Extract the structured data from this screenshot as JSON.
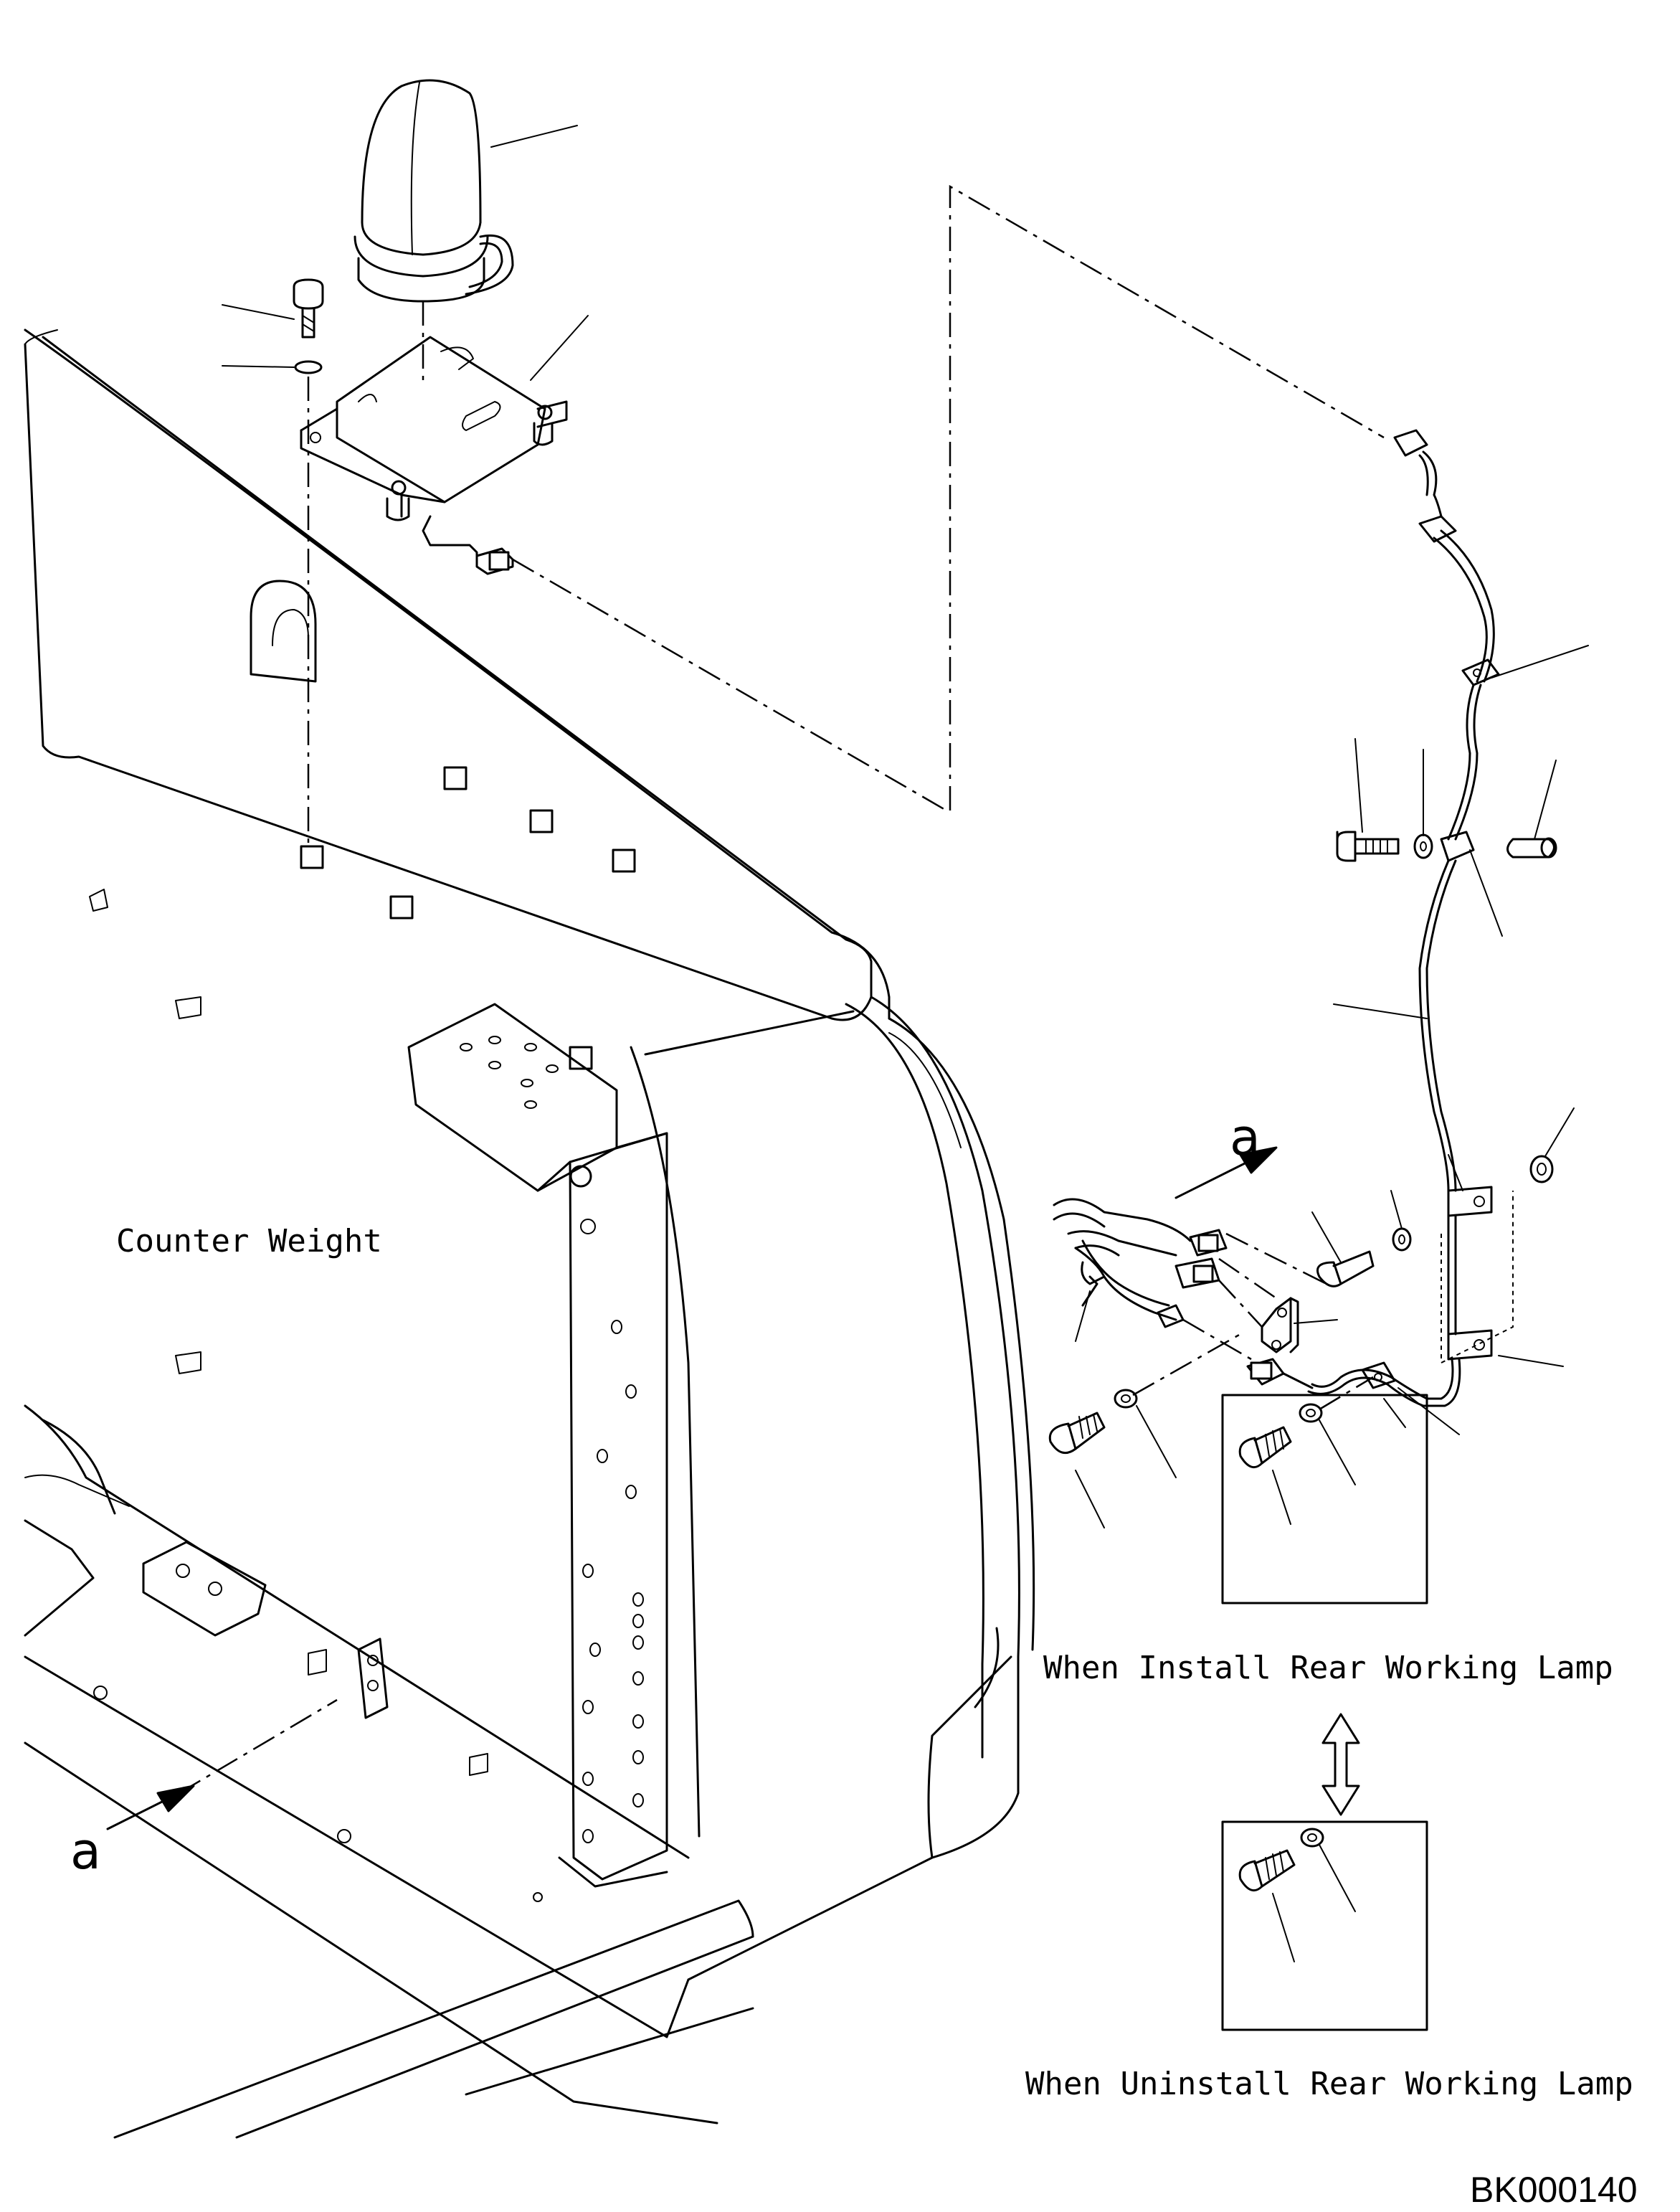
{
  "labels": {
    "counter_weight": "Counter Weight",
    "view_a_top": "a",
    "view_a_bottom": "a",
    "when_install": "When Install Rear Working Lamp",
    "when_uninstall": "When Uninstall Rear Working Lamp",
    "drawing_ref": "BK000140"
  }
}
